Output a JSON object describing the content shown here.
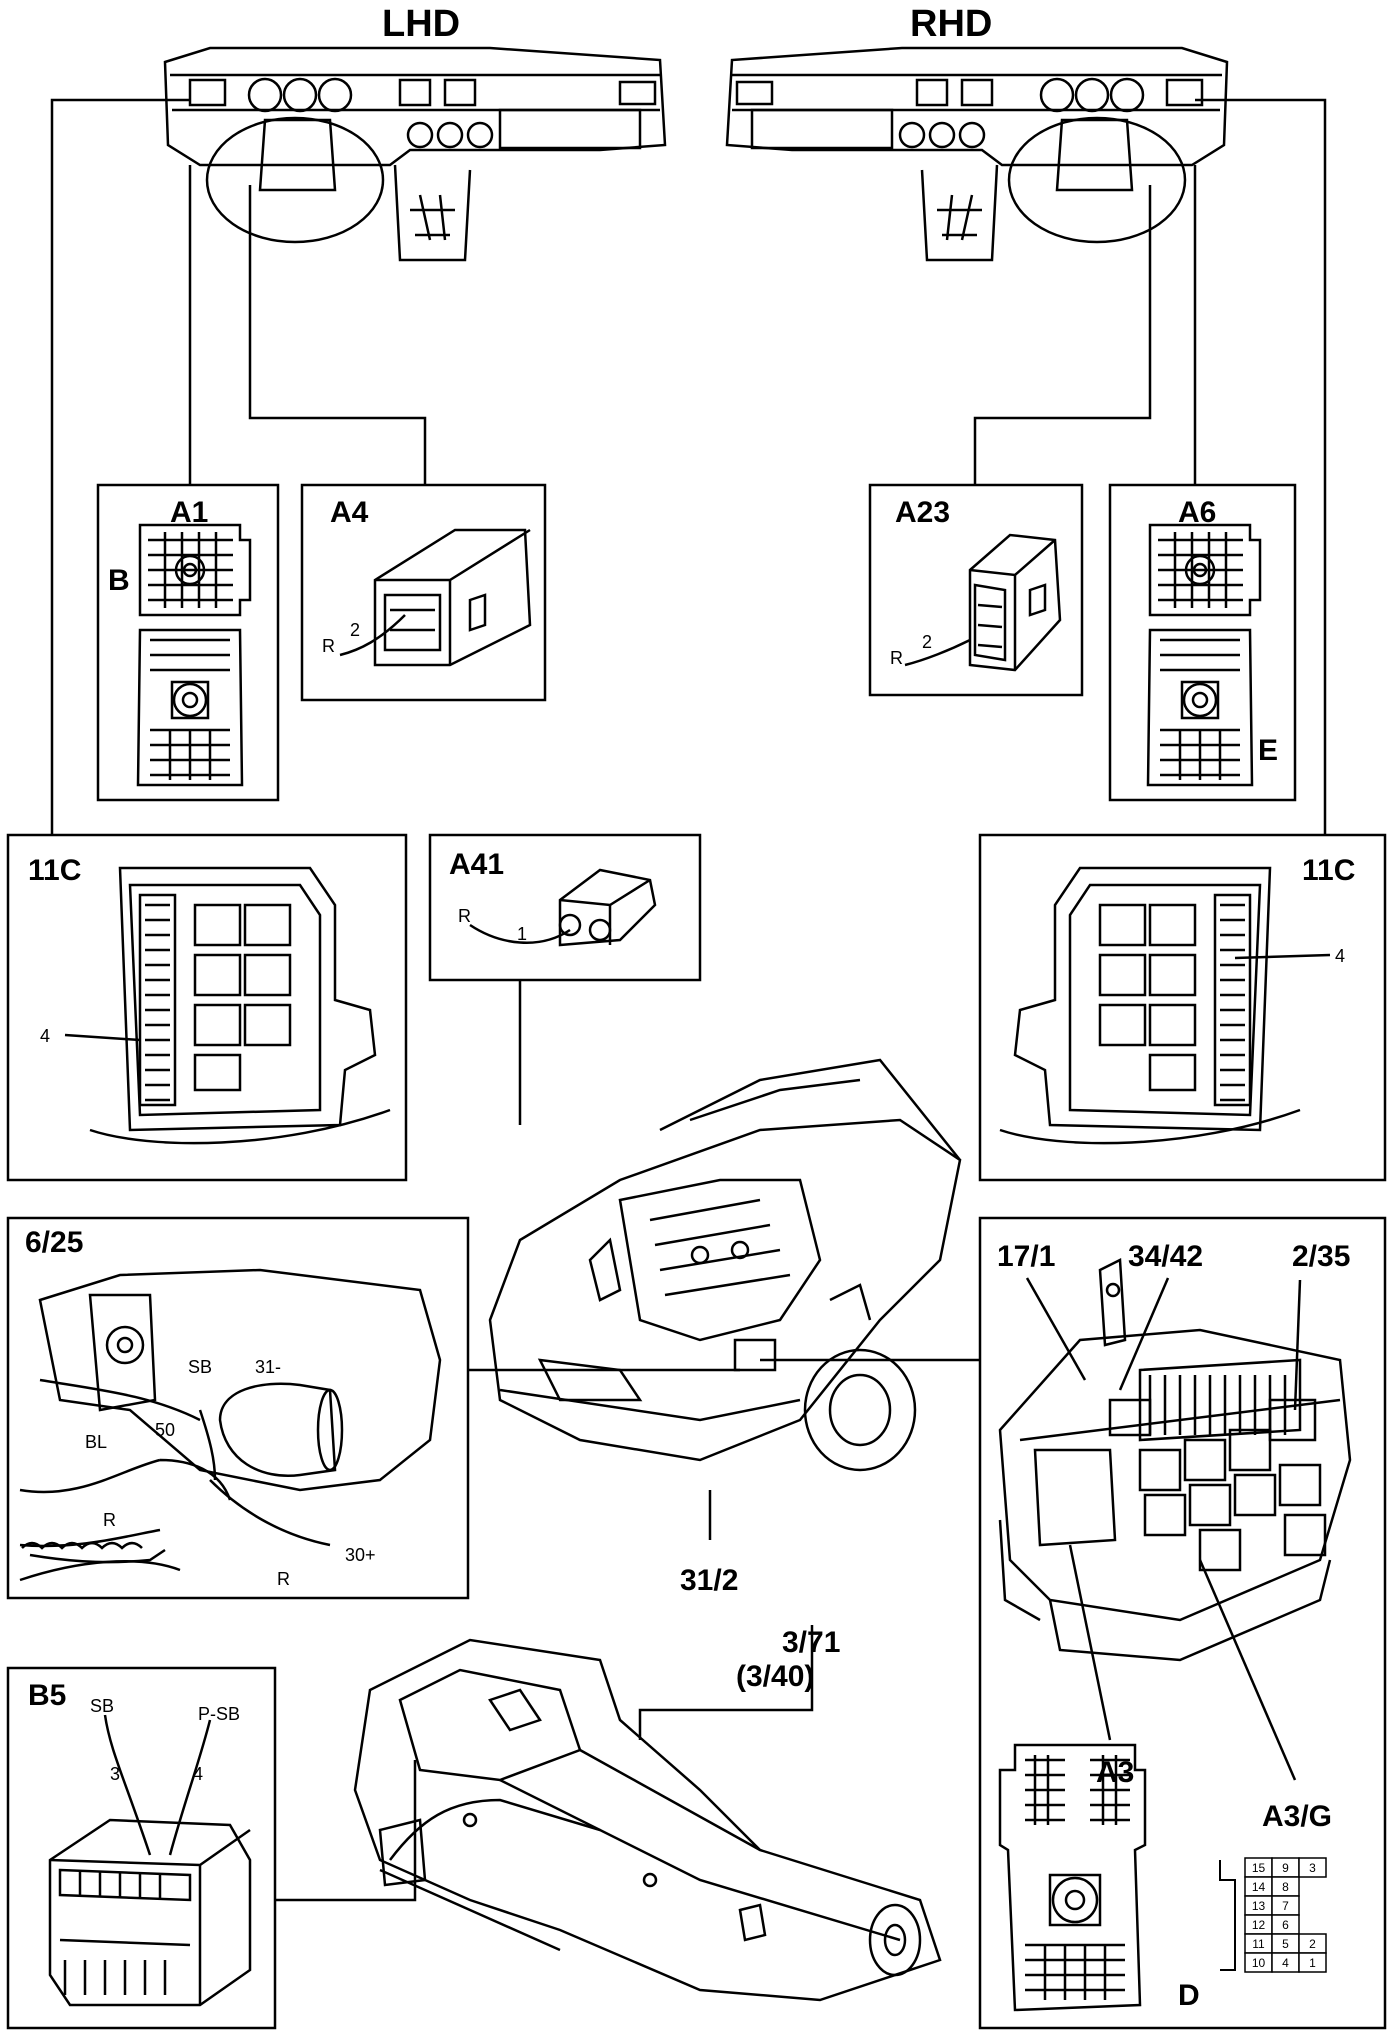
{
  "headers": {
    "lhd": "LHD",
    "rhd": "RHD"
  },
  "connectors": {
    "a1": "A1",
    "a1_side": "B",
    "a4": "A4",
    "a4_wire": "R",
    "a4_pin": "2",
    "a23": "A23",
    "a23_wire": "R",
    "a23_pin": "2",
    "a6": "A6",
    "a6_side": "E",
    "a41": "A41",
    "a41_wire": "R",
    "a41_pin": "1"
  },
  "relay_box_left": {
    "title": "11C",
    "pin": "4"
  },
  "relay_box_right": {
    "title": "11C",
    "pin": "4"
  },
  "starter": {
    "title": "6/25",
    "wires": [
      "SB",
      "31-",
      "BL",
      "50",
      "R",
      "30+",
      "R"
    ]
  },
  "ground": {
    "label": "31/2"
  },
  "fuse_box": {
    "labels": [
      "17/1",
      "34/42",
      "2/35",
      "A3",
      "A3/G",
      "D"
    ]
  },
  "b5": {
    "title": "B5",
    "wires": [
      "SB",
      "P-SB",
      "3",
      "4"
    ]
  },
  "gearbox": {
    "label": "3/71",
    "label2": "(3/40)"
  },
  "pinout_grid": [
    [
      "15",
      "9",
      "3"
    ],
    [
      "14",
      "8",
      ""
    ],
    [
      "13",
      "7",
      ""
    ],
    [
      "12",
      "6",
      ""
    ],
    [
      "11",
      "5",
      "2"
    ],
    [
      "10",
      "4",
      "1"
    ]
  ]
}
